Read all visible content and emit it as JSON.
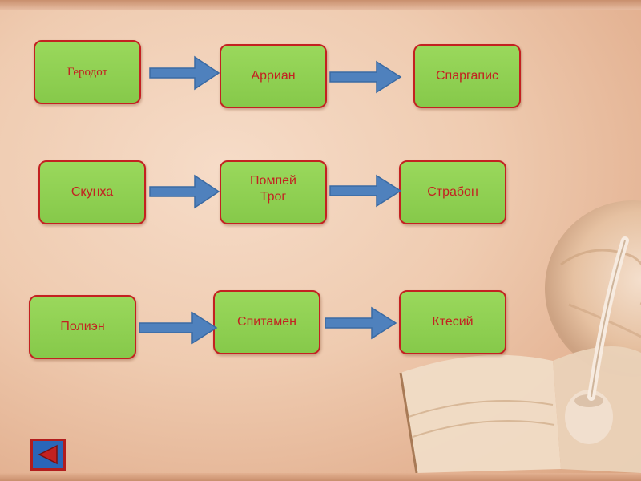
{
  "nodes": {
    "herodotus": "Геродот",
    "arrian": "Арриан",
    "spargapis": "Спаргапис",
    "skunkha": "Скунха",
    "pompey_trogus": "Помпей\nТрог",
    "strabo": "Страбон",
    "polyaenus": "Полиэн",
    "spitamenes": "Спитамен",
    "ctesias": "Ктесий"
  },
  "colors": {
    "node_fill": "#8fd152",
    "node_border": "#c32121",
    "node_text": "#c32121",
    "arrow_fill": "#4f81bd",
    "back_button_fill": "#2a66b8"
  },
  "icons": {
    "back": "triangle-left-icon",
    "arrow": "arrow-right-icon"
  }
}
